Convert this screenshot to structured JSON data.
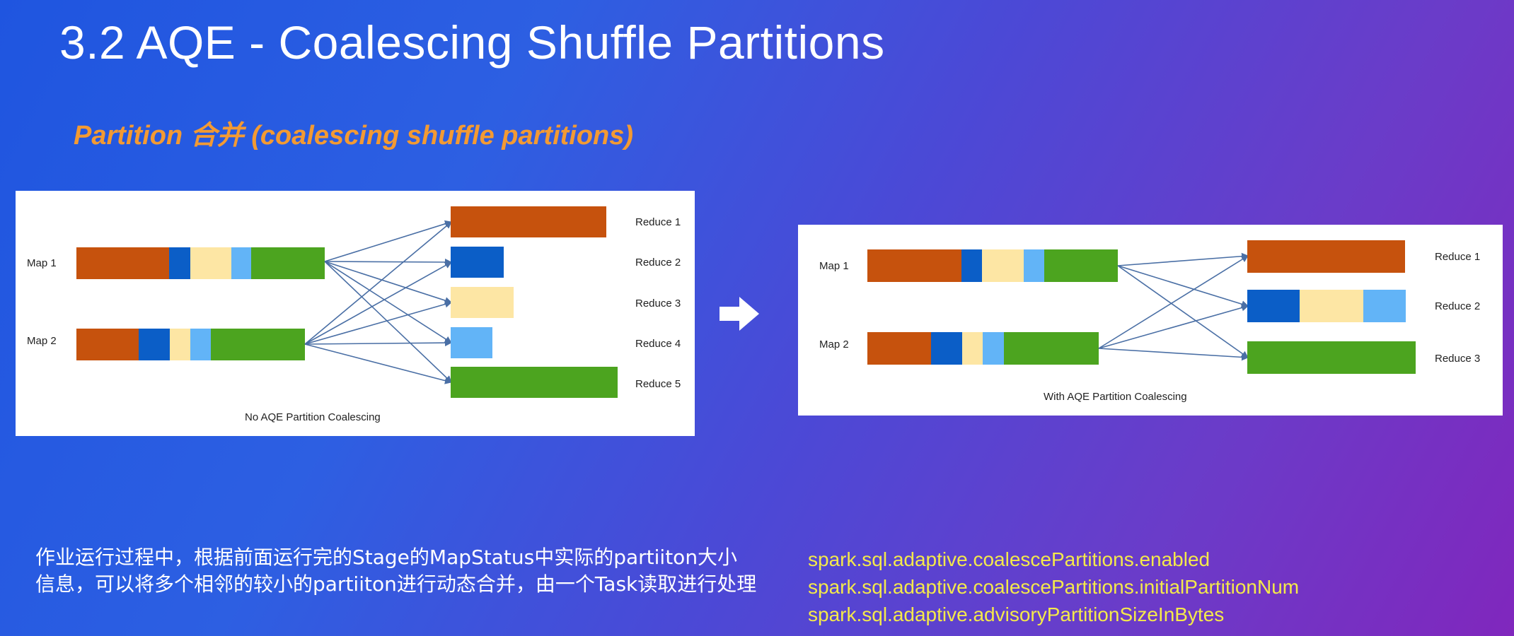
{
  "slide": {
    "title": "3.2 AQE - Coalescing Shuffle Partitions",
    "subtitle": "Partition 合并 (coalescing shuffle partitions)"
  },
  "diagram_left": {
    "caption": "No AQE Partition Coalescing",
    "maps": [
      "Map 1",
      "Map 2"
    ],
    "reduces": [
      "Reduce 1",
      "Reduce 2",
      "Reduce 3",
      "Reduce 4",
      "Reduce 5"
    ]
  },
  "diagram_right": {
    "caption": "With AQE Partition Coalescing",
    "maps": [
      "Map 1",
      "Map 2"
    ],
    "reduces": [
      "Reduce 1",
      "Reduce 2",
      "Reduce 3"
    ]
  },
  "colors": {
    "orange": "#c6520d",
    "blue": "#0b5ec7",
    "cream": "#fde6a4",
    "lightblue": "#62b4f7",
    "green": "#4ca41f",
    "arrow": "#4a6fa5",
    "config_text": "#f4e94a"
  },
  "description": "作业运行过程中，根据前面运行完的Stage的MapStatus中实际的partiiton大小信息，可以将多个相邻的较小的partiiton进行动态合并，由一个Task读取进行处理",
  "configs": [
    "spark.sql.adaptive.coalescePartitions.enabled",
    "spark.sql.adaptive.coalescePartitions.initialPartitionNum",
    "spark.sql.adaptive.advisoryPartitionSizeInBytes"
  ]
}
